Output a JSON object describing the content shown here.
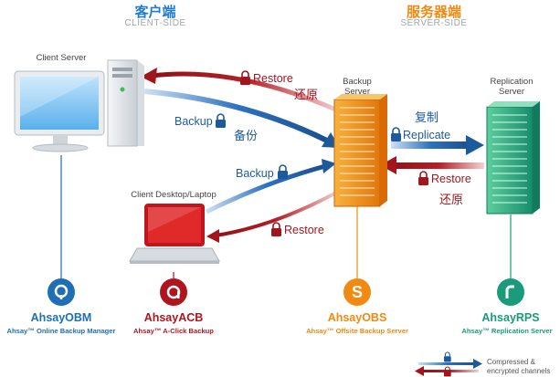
{
  "headers": {
    "client_cn": "客户端",
    "client_en": "CLIENT-SIDE",
    "server_cn": "服务器端",
    "server_en": "SERVER-SIDE"
  },
  "devices": {
    "client_server": "Client Server",
    "client_desktop": "Client Desktop/Laptop",
    "backup_server_line1": "Backup",
    "backup_server_line2": "Server",
    "replication_server_line1": "Replication",
    "replication_server_line2": "Server"
  },
  "arrows": {
    "restore_top": "Restore",
    "restore_top_cn": "还原",
    "backup_top": "Backup",
    "backup_top_cn": "备份",
    "backup_laptop": "Backup",
    "restore_laptop": "Restore",
    "replicate_cn": "复制",
    "replicate": "Replicate",
    "restore_rps": "Restore",
    "restore_rps_cn": "还原"
  },
  "products": [
    {
      "name": "AhsayOBM",
      "desc": "Ahsay™ Online Backup Manager",
      "color": "#1f6fb5"
    },
    {
      "name": "AhsayACB",
      "desc": "Ahsay™ A-Click Backup",
      "color": "#b0151e"
    },
    {
      "name": "AhsayOBS",
      "desc": "Ahsay™ Offsite Backup Server",
      "color": "#f18a12"
    },
    {
      "name": "AhsayRPS",
      "desc": "Ahsay™ Replication Server",
      "color": "#1a9b7c"
    }
  ],
  "legend": {
    "line1": "Compressed &",
    "line2": "encrypted channels"
  },
  "colors": {
    "blue": "#1d5a9c",
    "red": "#a3151d",
    "orange": "#f18a12",
    "green": "#1a9b7c"
  }
}
